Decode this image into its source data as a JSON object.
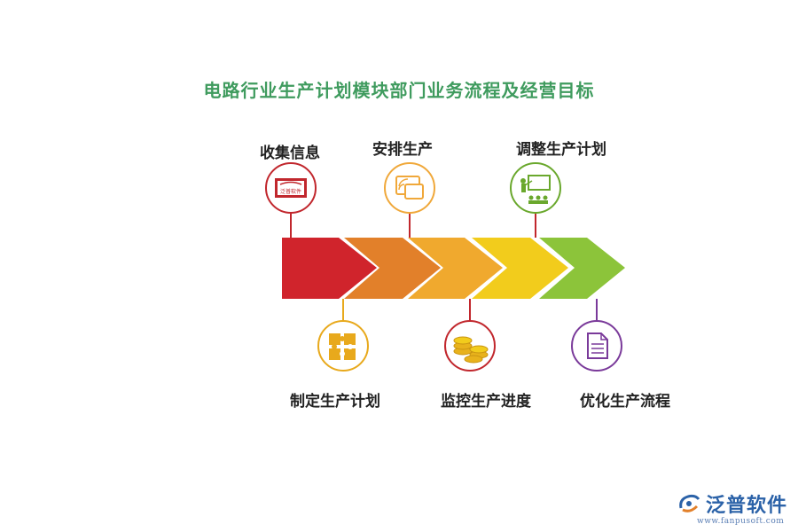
{
  "title": "电路行业生产计划模块部门业务流程及经营目标",
  "steps": [
    {
      "label": "收集信息",
      "color": "#c1272d",
      "icon": "logo-card-icon",
      "icon_text": "泛普软件"
    },
    {
      "label": "制定生产计划",
      "color": "#e8a91c",
      "icon": "puzzle-icon"
    },
    {
      "label": "安排生产",
      "color": "#f0a83a",
      "icon": "screen-signal-icon"
    },
    {
      "label": "监控生产进度",
      "color": "#e8b21c",
      "icon": "coins-icon"
    },
    {
      "label": "调整生产计划",
      "color": "#6aa82d",
      "icon": "presentation-icon"
    },
    {
      "label": "优化生产流程",
      "color": "#7a3a9a",
      "icon": "document-icon"
    }
  ],
  "arrows": [
    "#d0242c",
    "#e2802a",
    "#f0a92e",
    "#f2cc1c",
    "#8cc43a"
  ],
  "logo": {
    "name": "泛普软件",
    "url": "www.fanpusoft.com"
  }
}
